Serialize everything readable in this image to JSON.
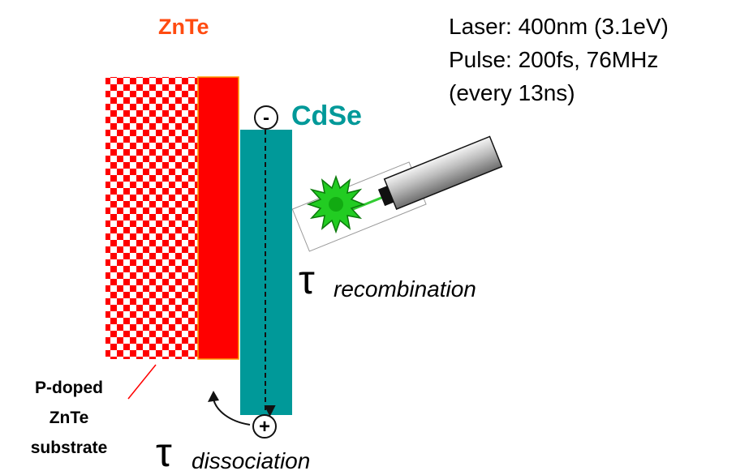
{
  "labels": {
    "znte_layer": "ZnTe",
    "cdse_layer": "CdSe",
    "substrate_line1": "P-doped",
    "substrate_line2": "ZnTe",
    "substrate_line3": "substrate",
    "electron_sign": "-",
    "hole_sign": "+",
    "tau_symbol": "τ",
    "tau_recombination_sub": "recombination",
    "tau_dissociation_sub": "dissociation"
  },
  "laser": {
    "line1": "Laser: 400nm (3.1eV)",
    "line2": "Pulse: 200fs, 76MHz",
    "line3": "(every 13ns)"
  },
  "colors": {
    "checker": "#ff0000",
    "znte_layer": "#ff0000",
    "znte_label": "#ff4b10",
    "cdse_layer": "#009999",
    "cdse_label": "#009999",
    "laser_beam": "#33cc33",
    "burst": "#22cc22"
  }
}
